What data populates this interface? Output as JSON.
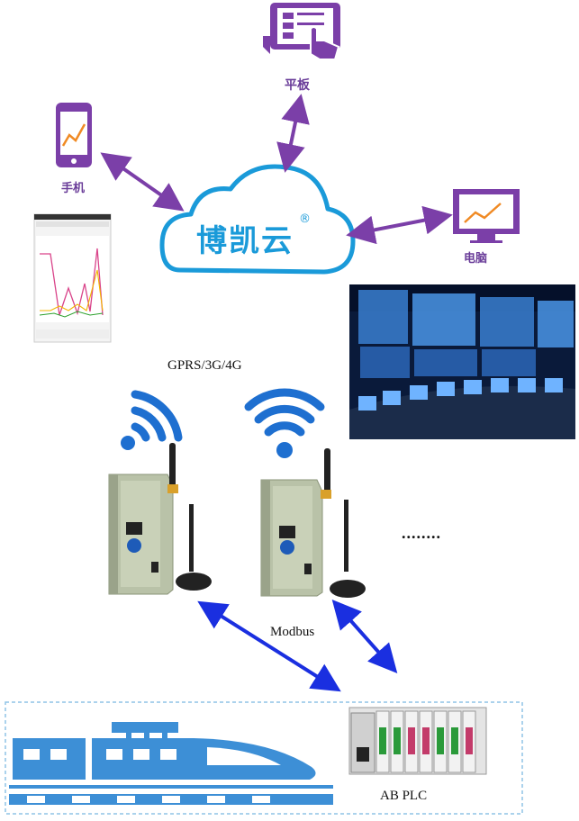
{
  "labels": {
    "tablet": "平板",
    "phone": "手机",
    "computer": "电脑",
    "cloud": "博凯云",
    "cloud_mark": "®",
    "network": "GPRS/3G/4G",
    "protocol": "Modbus",
    "plc": "AB PLC",
    "ellipsis": "........"
  },
  "colors": {
    "purple": "#7b3fa8",
    "cloud_blue": "#1a9ad9",
    "wifi_blue": "#1e6fd0",
    "train_blue": "#3d8fd6",
    "link_blue": "#1a2fe0"
  }
}
